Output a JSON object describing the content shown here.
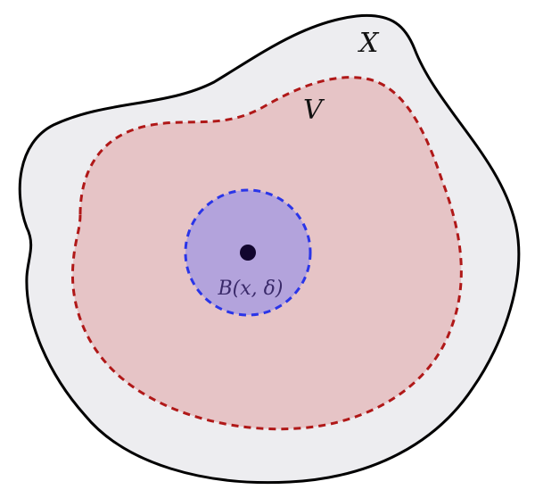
{
  "diagram": {
    "outer_set": {
      "label": "X",
      "fill": "#ededf0",
      "stroke": "#000000",
      "line_style": "solid"
    },
    "open_set": {
      "label": "V",
      "fill": "#e6c4c6",
      "stroke": "#b01818",
      "line_style": "dashed"
    },
    "ball": {
      "label": "B(x, δ)",
      "fill": "#b3a3dc",
      "stroke": "#2a35e8",
      "line_style": "dashed"
    },
    "center_point": {
      "fill": "#12062e"
    }
  }
}
